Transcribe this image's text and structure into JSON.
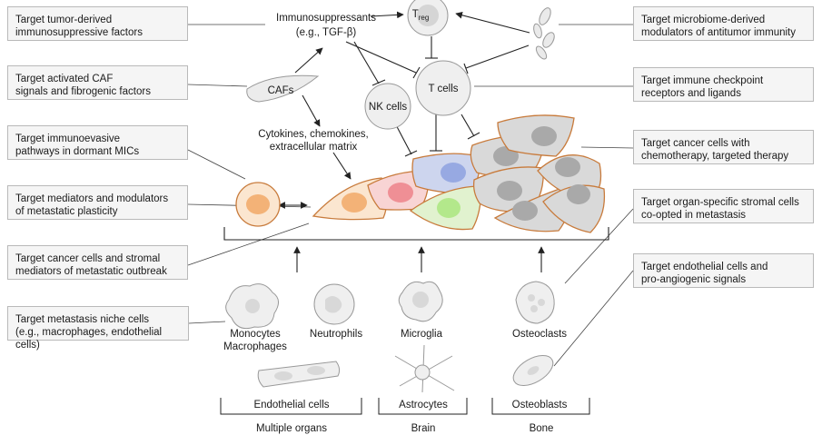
{
  "left_targets": [
    {
      "line1": "Target tumor-derived",
      "line2": "immunosuppressive factors"
    },
    {
      "line1": "Target activated CAF",
      "line2": "signals and fibrogenic factors"
    },
    {
      "line1": "Target immunoevasive",
      "line2": "pathways in dormant MICs"
    },
    {
      "line1": "Target mediators and modulators",
      "line2": "of metastatic plasticity"
    },
    {
      "line1": "Target cancer cells and stromal",
      "line2": "mediators of metastatic outbreak"
    },
    {
      "line1": "Target metastasis niche cells",
      "line2": "(e.g., macrophages, endothelial cells)"
    }
  ],
  "right_targets": [
    {
      "line1": "Target microbiome-derived",
      "line2": "modulators of antitumor immunity"
    },
    {
      "line1": "Target immune checkpoint",
      "line2": "receptors and ligands"
    },
    {
      "line1": "Target cancer cells with",
      "line2": "chemotherapy, targeted therapy"
    },
    {
      "line1": "Target organ-specific stromal cells",
      "line2": "co-opted in metastasis"
    },
    {
      "line1": "Target endothelial cells and",
      "line2": "pro-angiogenic signals"
    }
  ],
  "labels": {
    "immunosuppressants_1": "Immunosuppressants",
    "immunosuppressants_2": "(e.g., TGF-β)",
    "treg_main": "T",
    "treg_sub": "reg",
    "cafs": "CAFs",
    "nk_cells": "NK cells",
    "t_cells": "T cells",
    "cytokines_1": "Cytokines, chemokines,",
    "cytokines_2": "extracellular matrix",
    "monocytes": "Monocytes",
    "macrophages": "Macrophages",
    "neutrophils": "Neutrophils",
    "microglia": "Microglia",
    "osteoclasts": "Osteoclasts",
    "endothelial_cells": "Endothelial cells",
    "astrocytes": "Astrocytes",
    "osteoblasts": "Osteoblasts",
    "multiple_organs": "Multiple organs",
    "brain": "Brain",
    "bone": "Bone"
  },
  "colors": {
    "cell_outline": "#c87b3c",
    "orange_cell": "#fbe6d0",
    "orange_nucleus": "#f3b277",
    "pink_cell": "#f8d4d4",
    "pink_nucleus": "#ef8f95",
    "blue_cell": "#cdd5ee",
    "blue_nucleus": "#97a9e2",
    "green_cell": "#e1f2cf",
    "green_nucleus": "#b3e88b",
    "gray_cell": "#d9d9d9",
    "gray_nucleus": "#a9a9a9",
    "light_cell": "#efefef",
    "box_bg": "#f5f5f5",
    "box_border": "#b9b9b9"
  }
}
